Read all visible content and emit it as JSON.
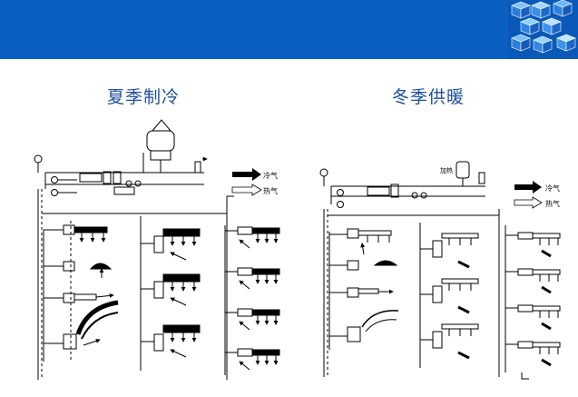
{
  "slide": {
    "banner_color": "#0b5fc1",
    "title_color": "#1d4f9c"
  },
  "summer": {
    "title": "夏季制冷",
    "legend_cold": "冷气",
    "legend_hot": "热气"
  },
  "winter": {
    "title": "冬季供暖",
    "legend_cold": "冷气",
    "legend_hot": "热气"
  }
}
